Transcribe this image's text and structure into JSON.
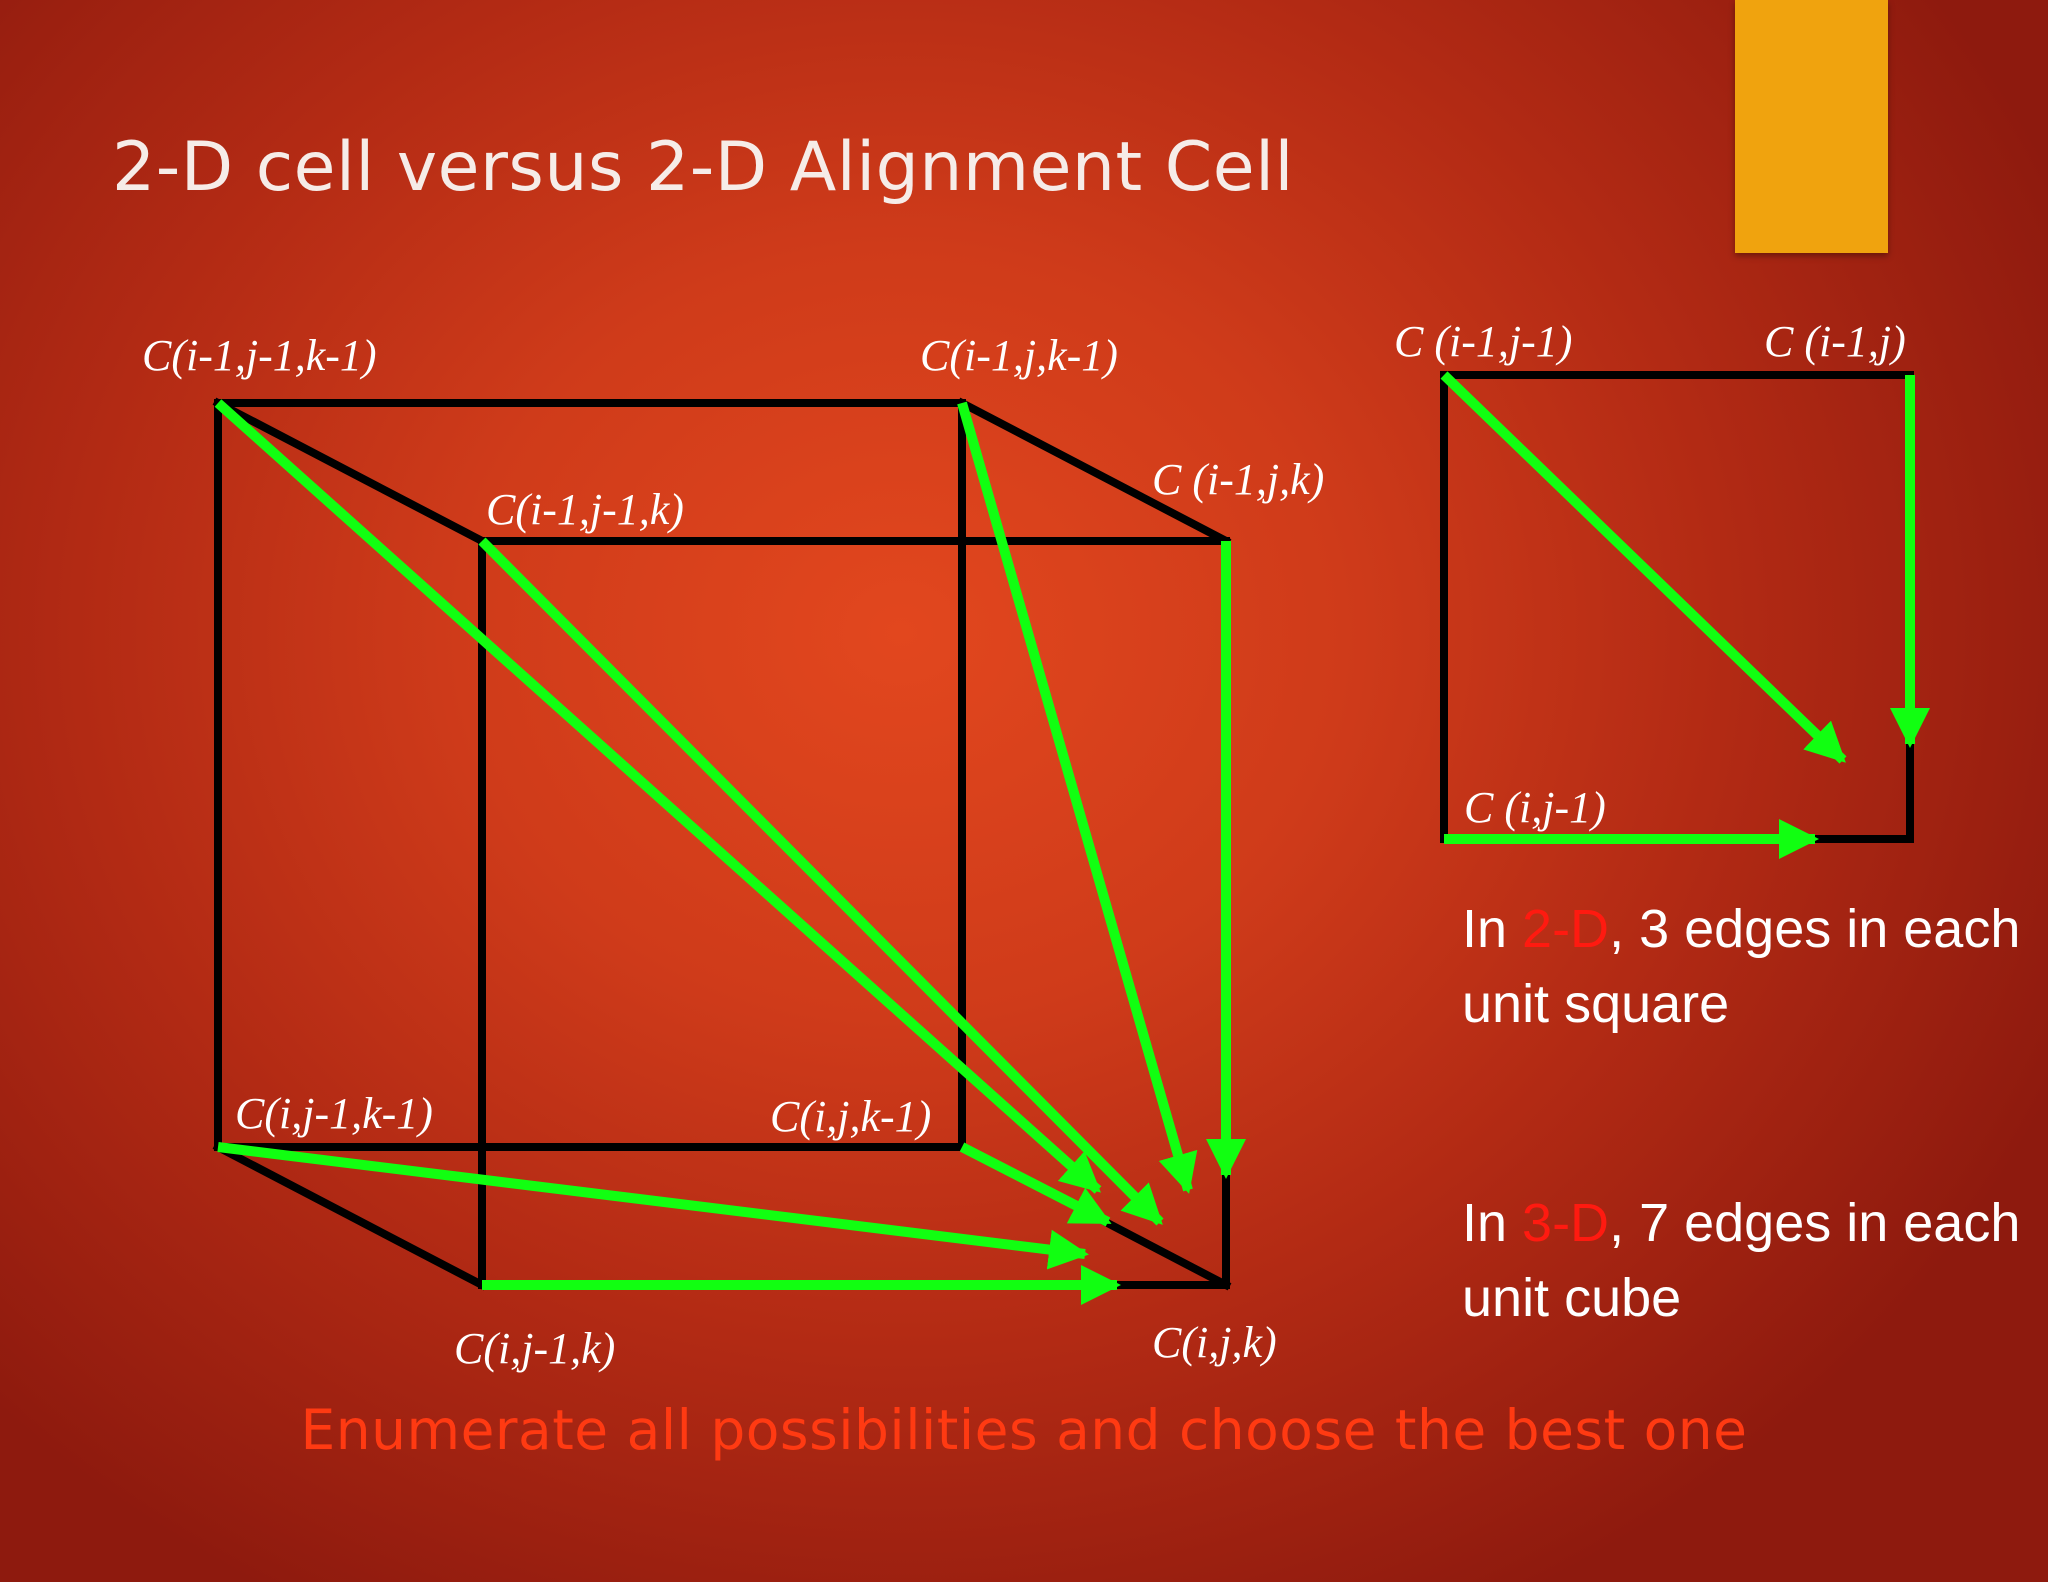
{
  "slide": {
    "title": "2-D cell versus 2-D Alignment Cell",
    "colors": {
      "accent_tab": "#f0a30e",
      "edge": "#000000",
      "arrow": "#11ff11",
      "highlight": "#ff1a10",
      "footer": "#ff3a12"
    }
  },
  "cube": {
    "labels": {
      "c_im1_jm1_km1": "C(i-1,j-1,k-1)",
      "c_im1_j_km1": "C(i-1,j,k-1)",
      "c_im1_j_k": "C (i-1,j,k)",
      "c_im1_jm1_k": "C(i-1,j-1,k)",
      "c_i_jm1_km1": "C(i,j-1,k-1)",
      "c_i_j_km1": "C(i,j,k-1)",
      "c_i_jm1_k": "C(i,j-1,k)",
      "c_i_j_k": "C(i,j,k)"
    }
  },
  "square": {
    "labels": {
      "c_im1_jm1": "C (i-1,j-1)",
      "c_im1_j": "C (i-1,j)",
      "c_i_jm1": "C (i,j-1)"
    }
  },
  "notes": {
    "two_d": {
      "prefix": "In ",
      "highlight": "2-D",
      "suffix": ", 3 edges in each unit square"
    },
    "three_d": {
      "prefix": "In ",
      "highlight": "3-D",
      "suffix": ", 7 edges in each unit cube"
    }
  },
  "footer": "Enumerate all possibilities and choose the best one"
}
